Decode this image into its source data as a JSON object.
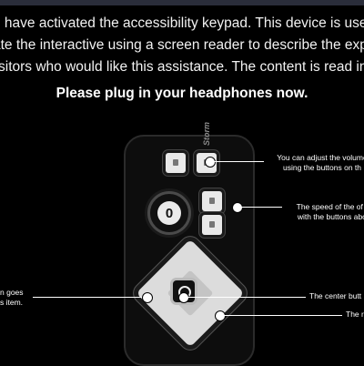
{
  "intro": {
    "line1": "u have activated the accessibility keypad. This device is used",
    "line2": "ate the interactive using a screen reader to describe the expe",
    "line3": "sitors who would like this assistance. The content is read in c"
  },
  "headline": "Please plug in your headphones now.",
  "keypad": {
    "brand": "Storm",
    "dial_symbol": "0"
  },
  "callouts": {
    "volume_line1": "You can adjust the volume",
    "volume_line2": "using the buttons on th",
    "speed_line1": "The speed of the of th",
    "speed_line2": "with the buttons abov",
    "left_line1": "n goes",
    "left_line2": "s item.",
    "center": "The center butt",
    "bottom": "The r"
  }
}
